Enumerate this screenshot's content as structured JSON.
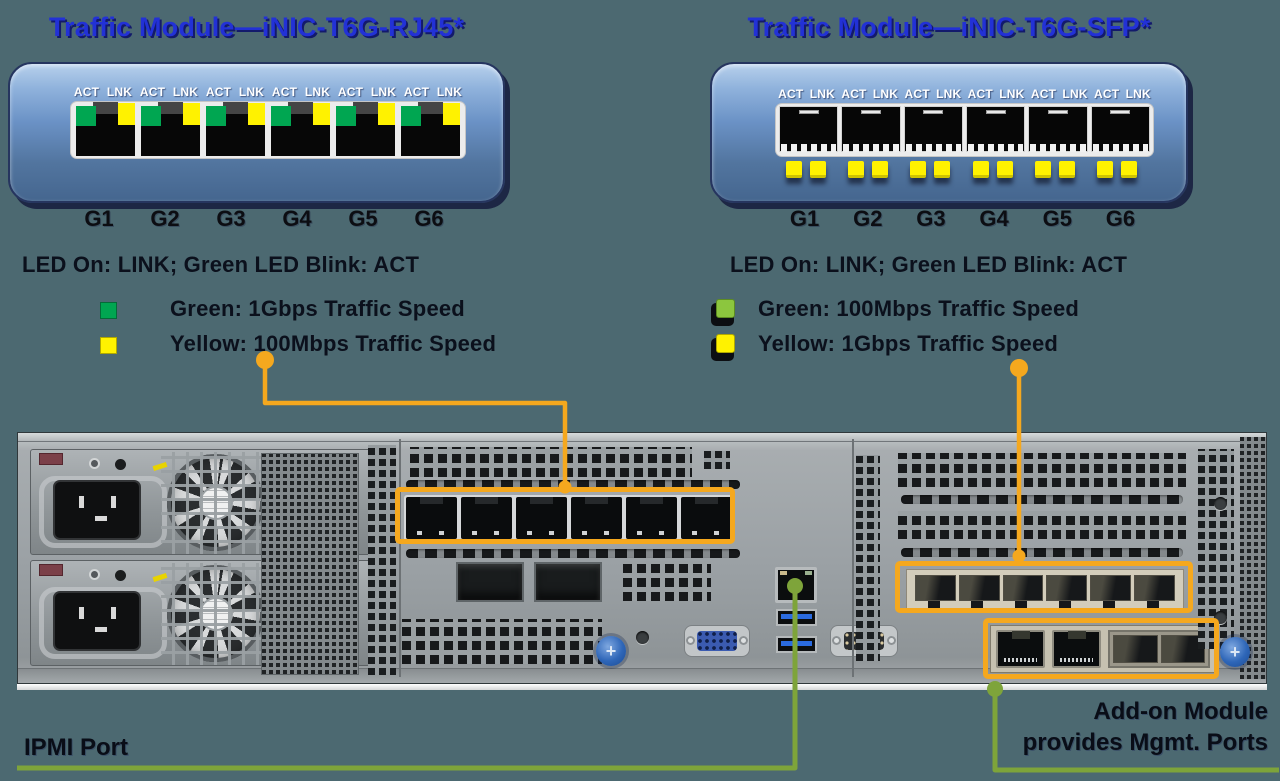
{
  "colors": {
    "background": "#4C6971",
    "title_blue": "#2231D6",
    "title_shadow": "#131A6B",
    "amber": "#F5A81E",
    "olive": "#7EA43A",
    "led_green": "#00A651",
    "led_green_light": "#8CC63E",
    "led_yellow": "#FFF200"
  },
  "modules": {
    "left": {
      "title": "Traffic Module—iNIC-T6G-RJ45*",
      "type": "rj45",
      "led_labels": [
        "ACT",
        "LNK"
      ],
      "ports": [
        "G1",
        "G2",
        "G3",
        "G4",
        "G5",
        "G6"
      ]
    },
    "right": {
      "title": "Traffic Module—iNIC-T6G-SFP*",
      "type": "sfp",
      "led_labels": [
        "ACT",
        "LNK"
      ],
      "ports": [
        "G1",
        "G2",
        "G3",
        "G4",
        "G5",
        "G6"
      ]
    }
  },
  "legend_left": {
    "note": "LED On: LINK; Green LED Blink: ACT",
    "items": [
      {
        "swatch": "green",
        "text": "Green: 1Gbps Traffic Speed"
      },
      {
        "swatch": "yellow",
        "text": "Yellow: 100Mbps Traffic Speed"
      }
    ]
  },
  "legend_right": {
    "note": "LED On: LINK; Green LED Blink: ACT",
    "items": [
      {
        "swatch": "green",
        "text": "Green: 100Mbps Traffic Speed"
      },
      {
        "swatch": "yellow",
        "text": "Yellow: 1Gbps Traffic Speed"
      }
    ]
  },
  "annotations": {
    "ipmi": "IPMI Port",
    "addon_line1": "Add-on Module",
    "addon_line2": "provides Mgmt. Ports"
  },
  "server": {
    "traffic_rj45_ports": 6,
    "traffic_sfp_ports": 6,
    "mgmt_rj45_ports": 2,
    "mgmt_sfp_ports": 2,
    "psu_count": 2
  }
}
